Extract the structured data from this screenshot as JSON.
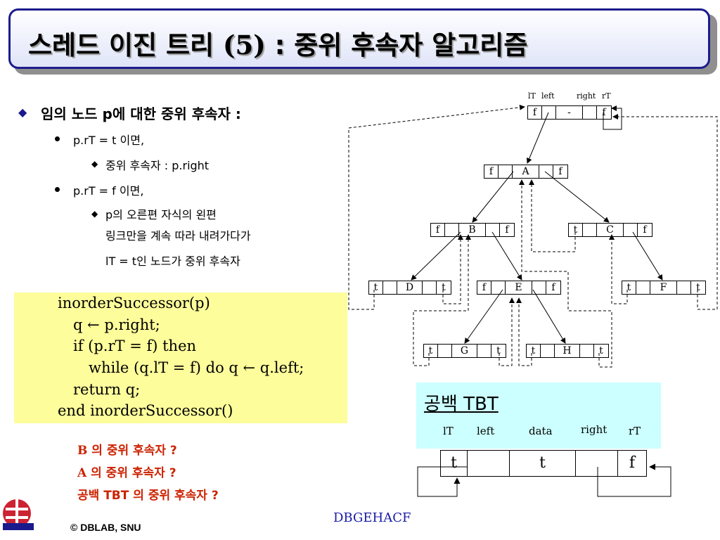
{
  "title": {
    "korean_part1": "스레드 이진 트리 ",
    "number": "(5)",
    "korean_part2": " : 중위 후속자 알고리즘"
  },
  "bullets": {
    "main": "임의 노드 p에 대한 중위 후속자 :",
    "case1": "p.rT = t 이면,",
    "case1_sub": "중위 후속자 : p.right",
    "case2": "p.rT = f 이면,",
    "case2_sub_line1": "p의 오른편 자식의 왼편",
    "case2_sub_line2": "링크만을 계속 따라 내려가다가",
    "case2_sub_line3": "lT = t인 노드가 중위 후속자"
  },
  "code": [
    "inorderSuccessor(p)",
    "q ← p.right;",
    "if (p.rT = f) then",
    "while (q.lT = f) do  q ← q.left;",
    "return q;",
    "end inorderSuccessor()"
  ],
  "questions": [
    {
      "latin": "B",
      "text": " 의 중위 후속자 ?"
    },
    {
      "latin": "A",
      "text": " 의 중위 후속자 ?"
    },
    {
      "latin": "",
      "text": "공백 TBT 의 중위 후속자 ?"
    }
  ],
  "diagram": {
    "header_labels": [
      "lT",
      "left",
      "right",
      "rT"
    ],
    "nodes": [
      {
        "id": "head",
        "lt": "f",
        "data": "-",
        "rt": "f"
      },
      {
        "id": "A",
        "lt": "f",
        "data": "A",
        "rt": "f"
      },
      {
        "id": "B",
        "lt": "f",
        "data": "B",
        "rt": "f"
      },
      {
        "id": "C",
        "lt": "t",
        "data": "C",
        "rt": "f"
      },
      {
        "id": "D",
        "lt": "t",
        "data": "D",
        "rt": "t"
      },
      {
        "id": "E",
        "lt": "f",
        "data": "E",
        "rt": "f"
      },
      {
        "id": "F",
        "lt": "t",
        "data": "F",
        "rt": "t"
      },
      {
        "id": "G",
        "lt": "t",
        "data": "G",
        "rt": "t"
      },
      {
        "id": "H",
        "lt": "t",
        "data": "H",
        "rt": "t"
      }
    ]
  },
  "empty_tbt": {
    "title": "공백 TBT",
    "labels": [
      "lT",
      "left",
      "data",
      "right",
      "rT"
    ],
    "values": [
      "t",
      "",
      "t",
      "",
      "f"
    ]
  },
  "answer": "DBGEHACF",
  "footer": "© DBLAB, SNU",
  "colors": {
    "title_border": "#1c1c8c",
    "title_bg_bottom": "#dfe4f8",
    "bullet_diamond": "#1a1a8c",
    "code_bg": "#fdfd9b",
    "question_red": "#cc2200",
    "tbt_bg": "#ccffff",
    "answer_blue": "#1a1aa6"
  }
}
